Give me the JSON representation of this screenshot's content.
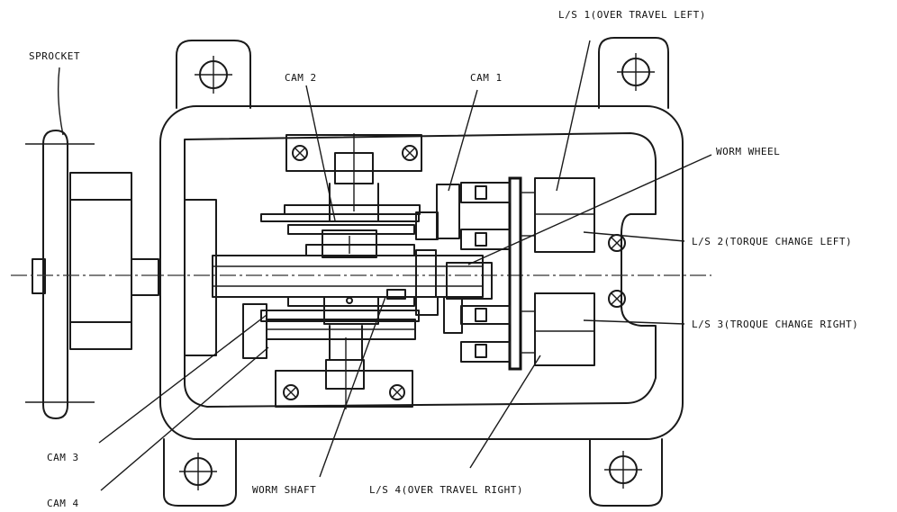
{
  "labels": {
    "sprocket": "SPROCKET",
    "cam2": "CAM 2",
    "cam1": "CAM 1",
    "ls1": "L/S 1(OVER TRAVEL LEFT)",
    "worm_wheel": "WORM WHEEL",
    "ls2": "L/S 2(TORQUE CHANGE LEFT)",
    "ls3": "L/S 3(TROQUE CHANGE RIGHT)",
    "cam3": "CAM 3",
    "cam4": "CAM 4",
    "worm_shaft": "WORM SHAFT",
    "ls4": "L/S 4(OVER TRAVEL RIGHT)"
  }
}
